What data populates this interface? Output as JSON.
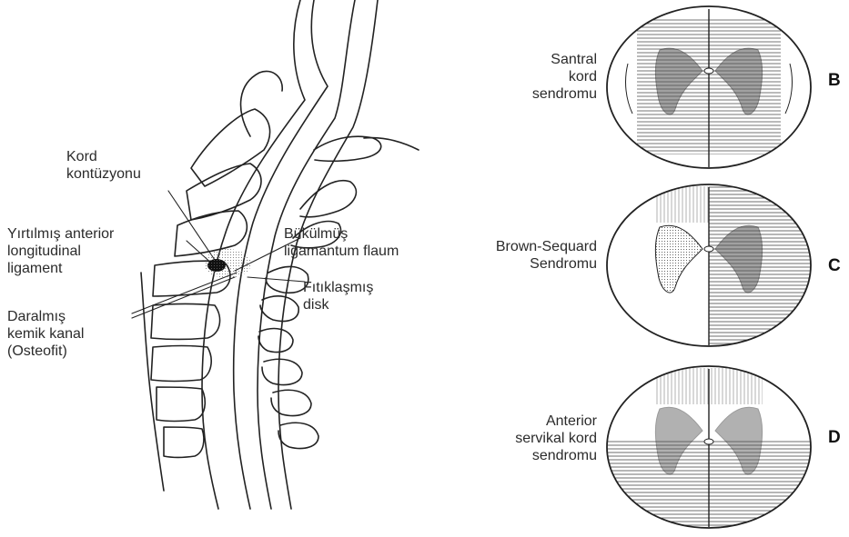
{
  "figure": {
    "sagittal": {
      "labels": {
        "cord_contusion": "Kord\nkontüzyonu",
        "torn_ligament": "Yırtılmış anterior\nlongitudinal\nligament",
        "narrow_canal": "Daralmış\nkemik kanal\n(Osteofit)",
        "buckled_flavum": "Bükülmüş\nligamantum flaum",
        "herniated_disk": "Fıtıklaşmış\ndisk"
      }
    },
    "panels": [
      {
        "label": "Santral\nkord\nsendromu",
        "letter": "B",
        "pattern": "central"
      },
      {
        "label": "Brown-Sequard\nSendromu",
        "letter": "C",
        "pattern": "hemisection"
      },
      {
        "label": "Anterior\nservikal kord\nsendromu",
        "letter": "D",
        "pattern": "anterior"
      }
    ]
  }
}
